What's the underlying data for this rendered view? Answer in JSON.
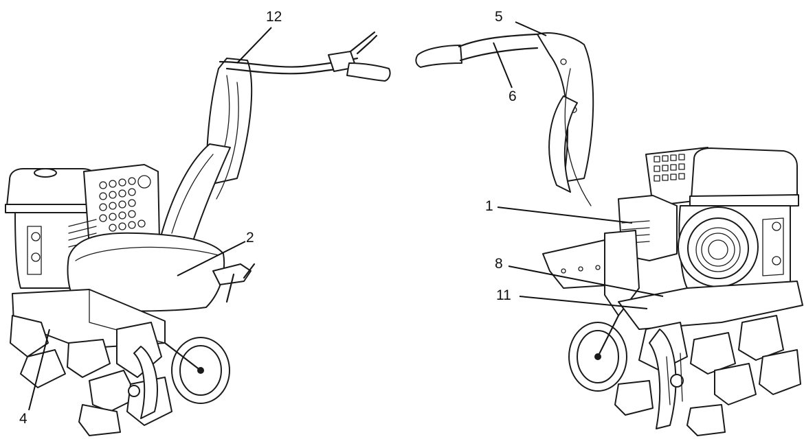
{
  "diagram": {
    "callouts": [
      {
        "id": "12",
        "label": "12"
      },
      {
        "id": "2",
        "label": "2"
      },
      {
        "id": "4",
        "label": "4"
      },
      {
        "id": "5",
        "label": "5"
      },
      {
        "id": "6",
        "label": "6"
      },
      {
        "id": "1",
        "label": "1"
      },
      {
        "id": "8",
        "label": "8"
      },
      {
        "id": "11",
        "label": "11"
      }
    ]
  },
  "colors": {
    "ink": "#1a1a1a",
    "background": "#ffffff"
  }
}
